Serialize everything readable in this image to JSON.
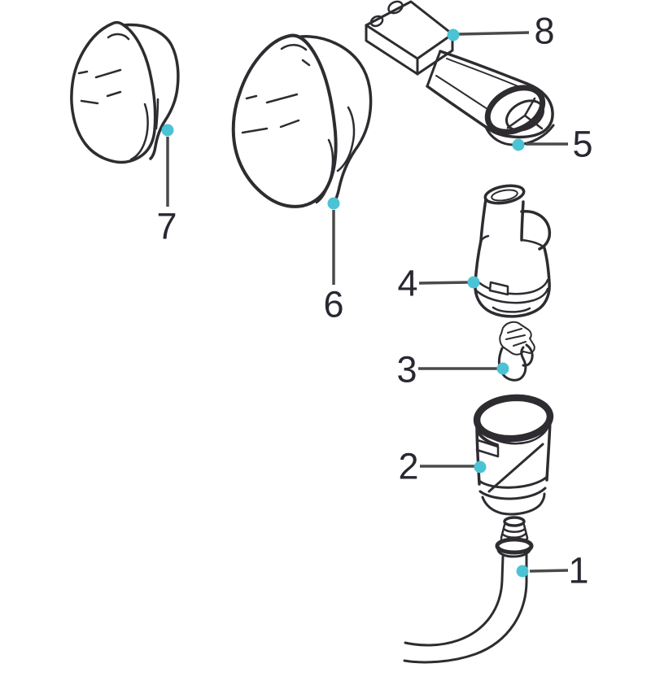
{
  "diagram": {
    "background_color": "#ffffff",
    "line_color": "#2e2c30",
    "leader_line_color": "#4a4a4a",
    "marker_color": "#4cc3d4",
    "label_color": "#2a2731",
    "callouts": [
      {
        "number": "1"
      },
      {
        "number": "2"
      },
      {
        "number": "3"
      },
      {
        "number": "4"
      },
      {
        "number": "5"
      },
      {
        "number": "6"
      },
      {
        "number": "7"
      },
      {
        "number": "8"
      }
    ]
  }
}
